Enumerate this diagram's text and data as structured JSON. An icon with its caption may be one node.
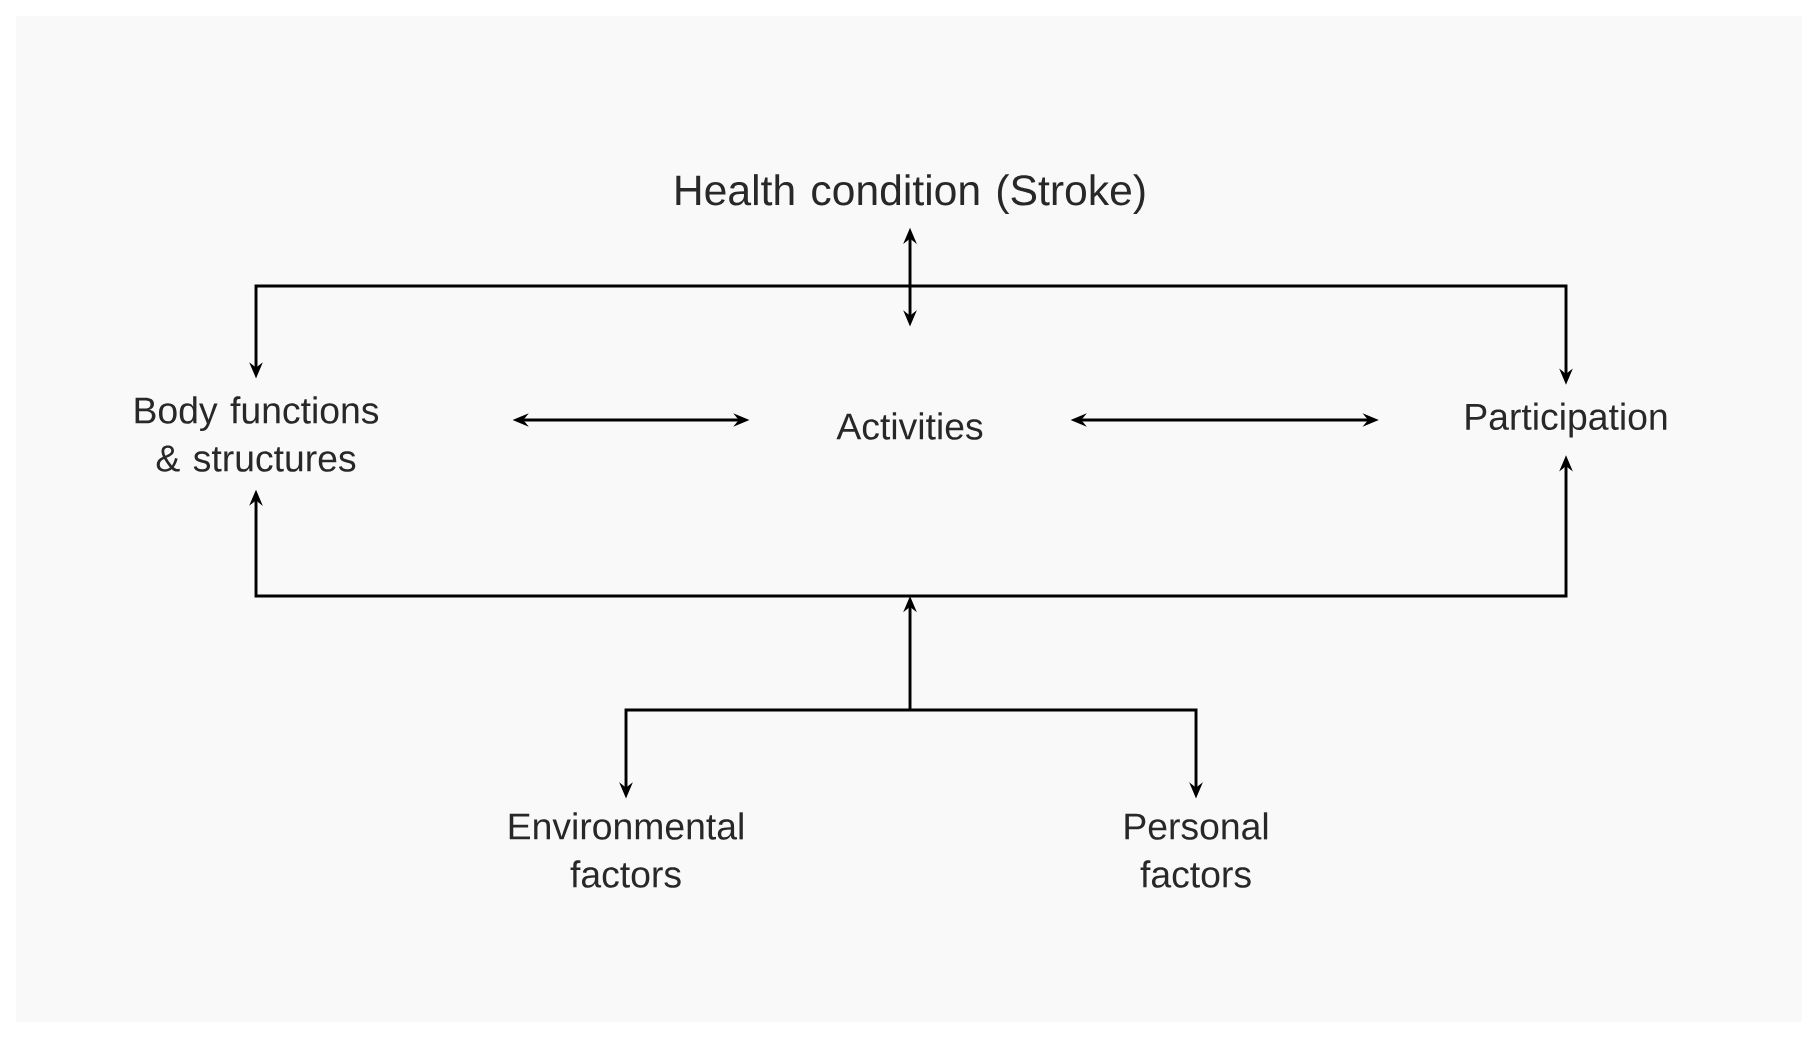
{
  "diagram": {
    "nodes": [
      {
        "text": [
          "Health condition (Stroke)"
        ]
      },
      {
        "text": [
          "Body functions & structures"
        ]
      },
      {
        "text": [
          "Activities"
        ]
      },
      {
        "text": [
          "Participation"
        ]
      },
      {
        "text": [
          "Environmental factors"
        ]
      },
      {
        "text": [
          "Personal factors"
        ]
      }
    ],
    "edges": [
      {
        "from": 0,
        "to": 2,
        "arrow": "both"
      },
      {
        "from": 0,
        "to": 1,
        "arrow": "to"
      },
      {
        "from": 0,
        "to": 3,
        "arrow": "to"
      },
      {
        "from": 1,
        "to": 2,
        "arrow": "both"
      },
      {
        "from": 2,
        "to": 3,
        "arrow": "both"
      },
      {
        "from": 4,
        "to": 1,
        "arrow": "both"
      },
      {
        "from": 4,
        "to": 3,
        "arrow": "both"
      },
      {
        "from": 5,
        "to": 1,
        "arrow": "both"
      },
      {
        "from": 5,
        "to": 3,
        "arrow": "both"
      }
    ]
  }
}
